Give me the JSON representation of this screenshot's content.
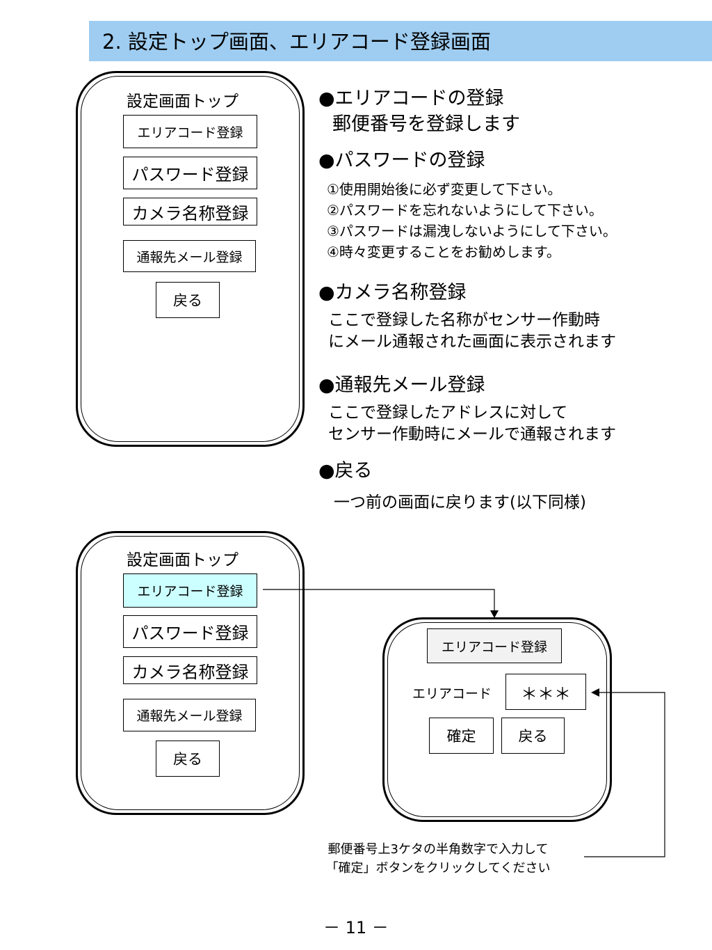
{
  "header": {
    "title": "2. 設定トップ画面、エリアコード登録画面"
  },
  "phone1": {
    "title": "設定画面トップ",
    "btn_area": "エリアコード登録",
    "btn_password": "パスワード登録",
    "btn_camera": "カメラ名称登録",
    "btn_mail": "通報先メール登録",
    "btn_back": "戻る"
  },
  "sections": {
    "area": {
      "heading": "●エリアコードの登録",
      "text": "郵便番号を登録します"
    },
    "password": {
      "heading": "●パスワードの登録",
      "items": [
        "①使用開始後に必ず変更して下さい。",
        "②パスワードを忘れないようにして下さい。",
        "③パスワードは漏洩しないようにして下さい。",
        "④時々変更することをお勧めします。"
      ]
    },
    "camera": {
      "heading": "●カメラ名称登録",
      "lines": [
        "ここで登録した名称がセンサー作動時",
        "にメール通報された画面に表示されます"
      ]
    },
    "mail": {
      "heading": "●通報先メール登録",
      "lines": [
        "ここで登録したアドレスに対して",
        "センサー作動時にメールで通報されます"
      ]
    },
    "back": {
      "heading": "●戻る",
      "text": "一つ前の画面に戻ります(以下同様)"
    }
  },
  "phone2": {
    "title": "設定画面トップ",
    "btn_area": "エリアコード登録",
    "btn_password": "パスワード登録",
    "btn_camera": "カメラ名称登録",
    "btn_mail": "通報先メール登録",
    "btn_back": "戻る"
  },
  "phone3": {
    "title_btn": "エリアコード登録",
    "field_label": "エリアコード",
    "field_value": "＊＊＊",
    "btn_confirm": "確定",
    "btn_back": "戻る"
  },
  "note": {
    "line1": "郵便番号上3ケタの半角数字で入力して",
    "line2": "「確定」ボタンをクリックしてください"
  },
  "page_number": "－ 11 －",
  "colors": {
    "header_bg": "#9fcdf1",
    "highlight": "#ccffff",
    "title_btn_bg": "#f2f2f2"
  }
}
